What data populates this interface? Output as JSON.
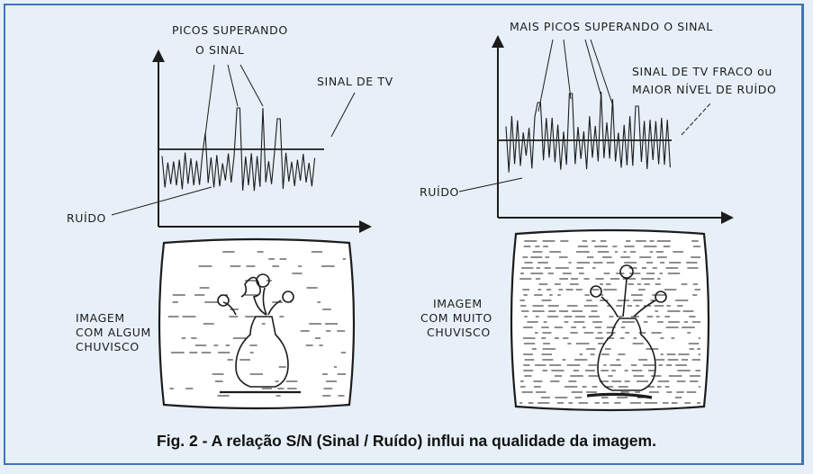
{
  "left_panel": {
    "peaks_label_line1": "PICOS SUPERANDO",
    "peaks_label_line2": "O SINAL",
    "signal_label": "SINAL DE TV",
    "noise_label": "RUÍDO",
    "image_label_lines": [
      "IMAGEM",
      "COM ALGUM",
      "CHUVISCO"
    ]
  },
  "right_panel": {
    "peaks_label": "MAIS PICOS SUPERANDO O SINAL",
    "signal_label_line1": "SINAL DE TV FRACO ou",
    "signal_label_line2": "MAIOR NÍVEL DE RUÍDO",
    "noise_label": "RUÍDO",
    "image_label_lines": [
      "IMAGEM",
      "COM MUITO",
      "CHUVISCO"
    ]
  },
  "caption": "Fig. 2 - A relação S/N (Sinal / Ruído) influi na qualidade da imagem.",
  "colors": {
    "frame": "#3f74b6",
    "background": "#e7f0f8",
    "ink": "#1c1c1c"
  }
}
